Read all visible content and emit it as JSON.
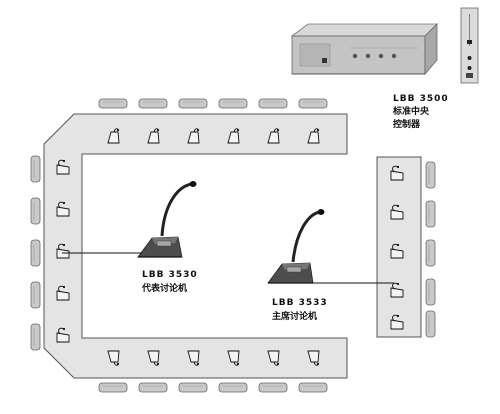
{
  "controller": {
    "model": "LBB 3500",
    "desc_line1": "标准中央",
    "desc_line2": "控制器"
  },
  "delegate_unit": {
    "model": "LBB 3530",
    "desc": "代表讨论机"
  },
  "chairman_unit": {
    "model": "LBB 3533",
    "desc": "主席讨论机"
  },
  "colors": {
    "table_fill": "#e4e4e4",
    "table_edge": "#555555",
    "chair_fill": "#c9c9c9",
    "chair_edge": "#666666",
    "ink": "#111111"
  }
}
